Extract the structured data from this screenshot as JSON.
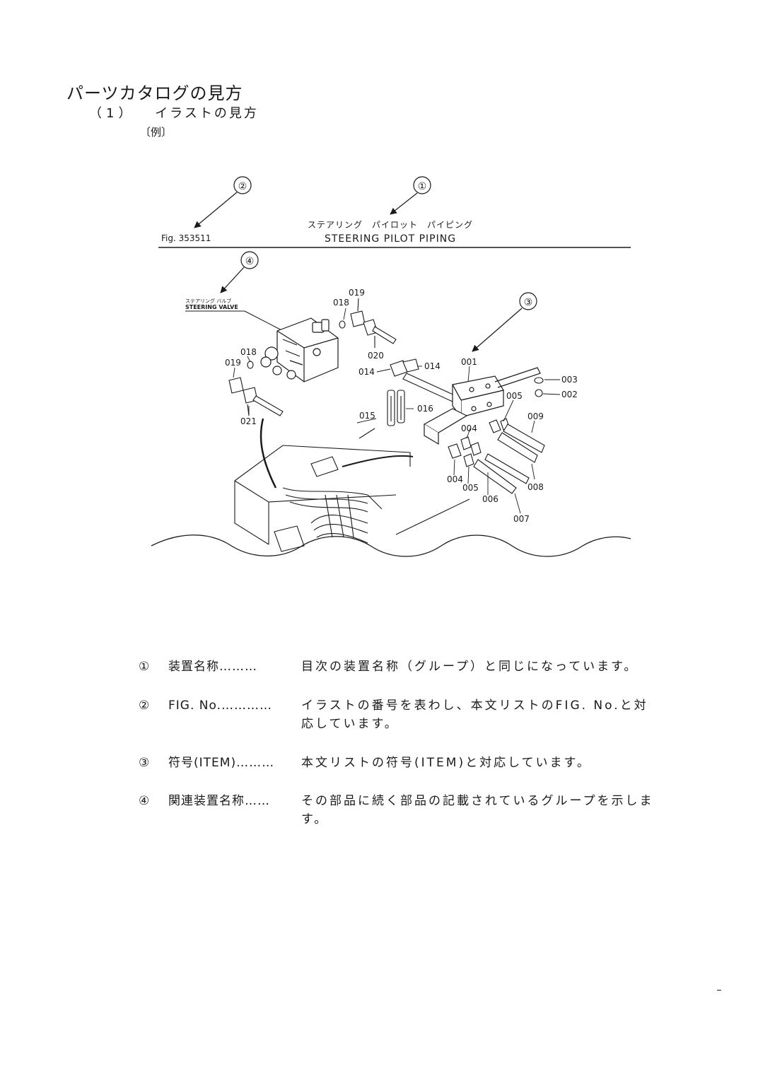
{
  "heading": {
    "title": "パーツカタログの見方",
    "section_num": "（1）",
    "section_title": "イラストの見方",
    "example": "〔例〕"
  },
  "figure": {
    "fig_no": "Fig. 353511",
    "group_name_jp": "ステアリング　パイロット　パイピング",
    "group_name_en": "STEERING PILOT PIPING",
    "callouts": [
      "①",
      "②",
      "③",
      "④"
    ],
    "related_group_jp": "ステアリング バルブ",
    "related_group_en": "STEERING VALVE",
    "part_labels": [
      "019",
      "018",
      "020",
      "018",
      "019",
      "021",
      "014",
      "014",
      "001",
      "003",
      "002",
      "005",
      "009",
      "015",
      "016",
      "004",
      "004",
      "005",
      "006",
      "008",
      "007"
    ]
  },
  "legend": [
    {
      "mark": "①",
      "term": "装置名称………",
      "desc": "目次の装置名称（グループ）と同じになっています。"
    },
    {
      "mark": "②",
      "term": "FIG. No.…………",
      "desc": "イラストの番号を表わし、本文リストのFIG. No.と対応しています。"
    },
    {
      "mark": "③",
      "term": "符号(ITEM)………",
      "desc": "本文リストの符号(ITEM)と対応しています。"
    },
    {
      "mark": "④",
      "term": "関連装置名称……",
      "desc": "その部品に続く部品の記載されているグループを示します。"
    }
  ]
}
